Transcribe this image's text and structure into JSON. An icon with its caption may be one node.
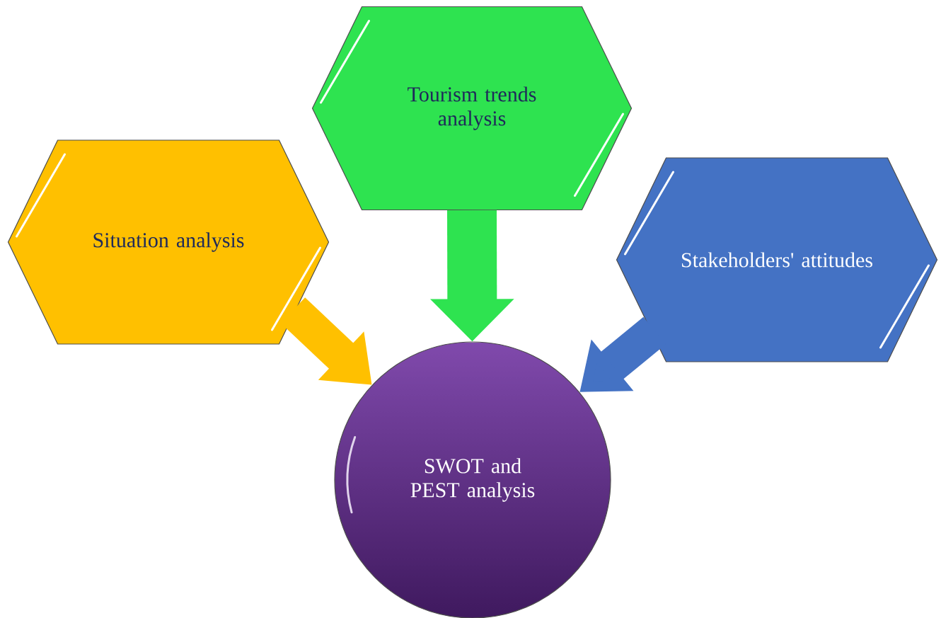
{
  "diagram": {
    "nodes": [
      {
        "text": [
          "Tourism trends analysis"
        ]
      },
      {
        "text": [
          "Situation analysis"
        ]
      },
      {
        "text": [
          "Stakeholders' attitudes"
        ]
      },
      {
        "text": [
          "SWOT and PEST analysis"
        ]
      }
    ],
    "edges": [
      {
        "from": 1,
        "to": 3,
        "arrow": "to",
        "color": "#ffc000"
      },
      {
        "from": 0,
        "to": 3,
        "arrow": "to",
        "color": "#2ee350"
      },
      {
        "from": 2,
        "to": 3,
        "arrow": "to",
        "color": "#4472c4"
      }
    ]
  }
}
